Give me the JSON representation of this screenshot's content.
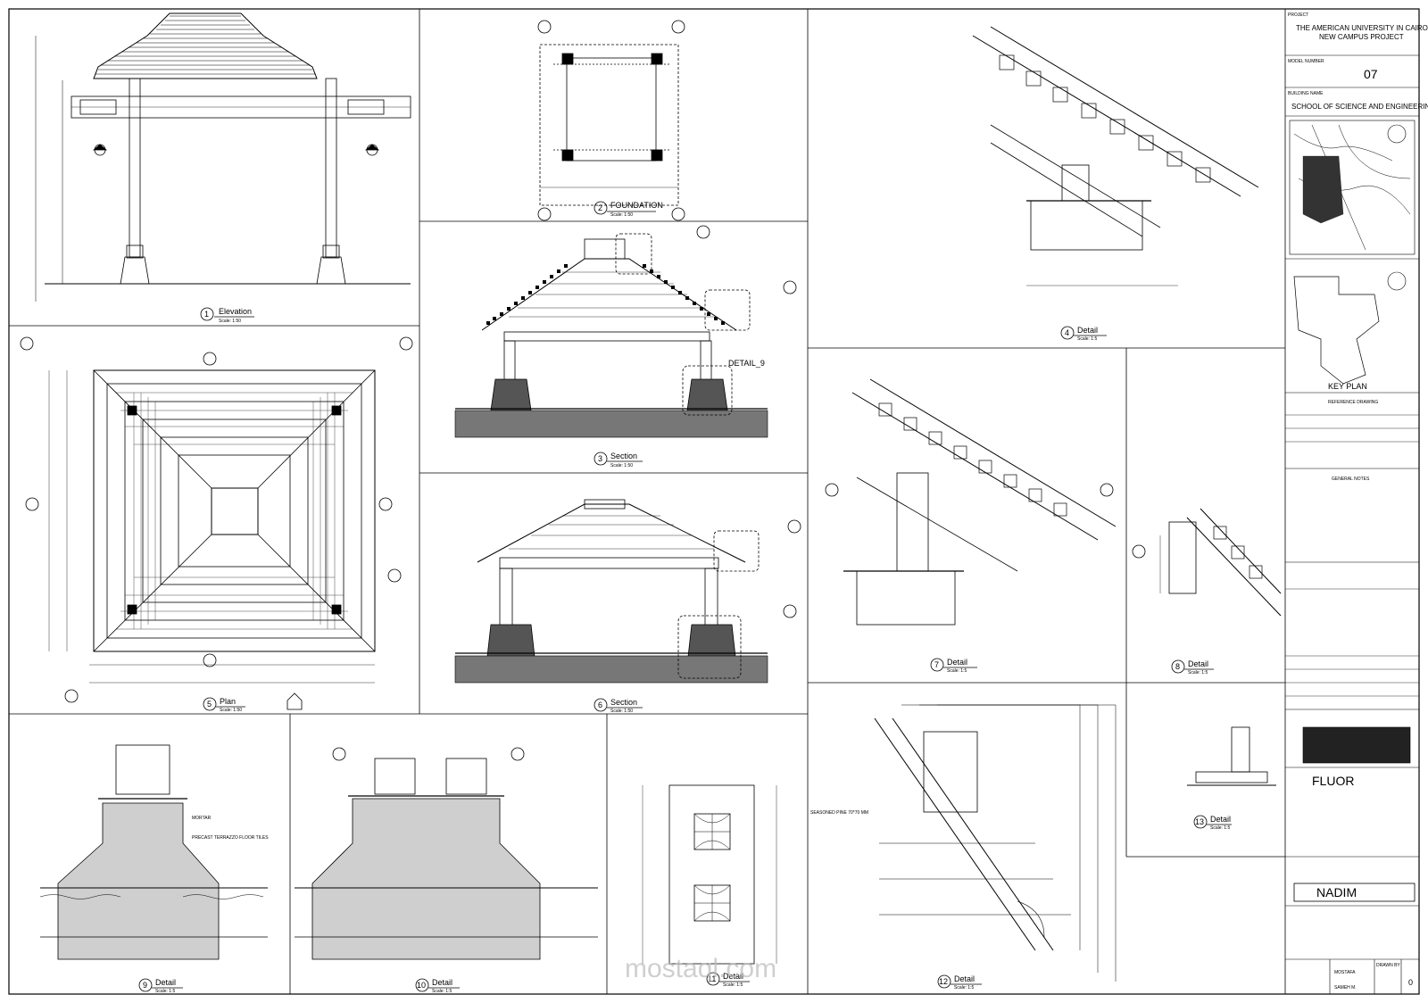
{
  "titleblock": {
    "project_label": "PROJECT",
    "project_name_1": "THE AMERICAN UNIVERSITY IN CAIRO",
    "project_name_2": "NEW CAMPUS PROJECT",
    "model_number_label": "MODEL NUMBER",
    "model_number": "07",
    "building_label": "BUILDING NAME",
    "building_name": "SCHOOL OF SCIENCE AND ENGINEERING",
    "key_plan_label": "KEY PLAN",
    "reference_drawing_label": "REFERENCE DRAWING",
    "general_notes_label": "GENERAL NOTES",
    "firm_1": "NADIM",
    "firm_fluor": "FLUOR",
    "revision": "0",
    "drawn_by_label": "DRAWN BY",
    "drawn_by": "MOSTAFA",
    "checked_by": "SAMEH M."
  },
  "views": [
    {
      "number": "1",
      "title": "Elevation",
      "scale": "Scale: 1:50"
    },
    {
      "number": "2",
      "title": "FOUNDATION",
      "scale": "Scale: 1:50"
    },
    {
      "number": "3",
      "title": "Section",
      "scale": "Scale: 1:50"
    },
    {
      "number": "4",
      "title": "Detail",
      "scale": "Scale: 1:5"
    },
    {
      "number": "5",
      "title": "Plan",
      "scale": "Scale: 1:50"
    },
    {
      "number": "6",
      "title": "Section",
      "scale": "Scale: 1:50"
    },
    {
      "number": "7",
      "title": "Detail",
      "scale": "Scale: 1:5"
    },
    {
      "number": "8",
      "title": "Detail",
      "scale": "Scale: 1:5"
    },
    {
      "number": "9",
      "title": "Detail",
      "scale": "Scale: 1:5"
    },
    {
      "number": "10",
      "title": "Detail",
      "scale": "Scale: 1:5"
    },
    {
      "number": "11",
      "title": "Detail",
      "scale": "Scale: 1:5"
    },
    {
      "number": "12",
      "title": "Detail",
      "scale": "Scale: 1:5"
    },
    {
      "number": "13",
      "title": "Detail",
      "scale": "Scale: 1:5"
    }
  ],
  "callouts": {
    "detail_9": "DETAIL_9",
    "mortar": "MORTAR",
    "precast_tiles": "PRECAST TERRAZZO FLOOR TILES",
    "seasoned_pine": "SEASONED PINE 70*70 MM"
  },
  "watermark": {
    "text": "mostaql.com"
  }
}
